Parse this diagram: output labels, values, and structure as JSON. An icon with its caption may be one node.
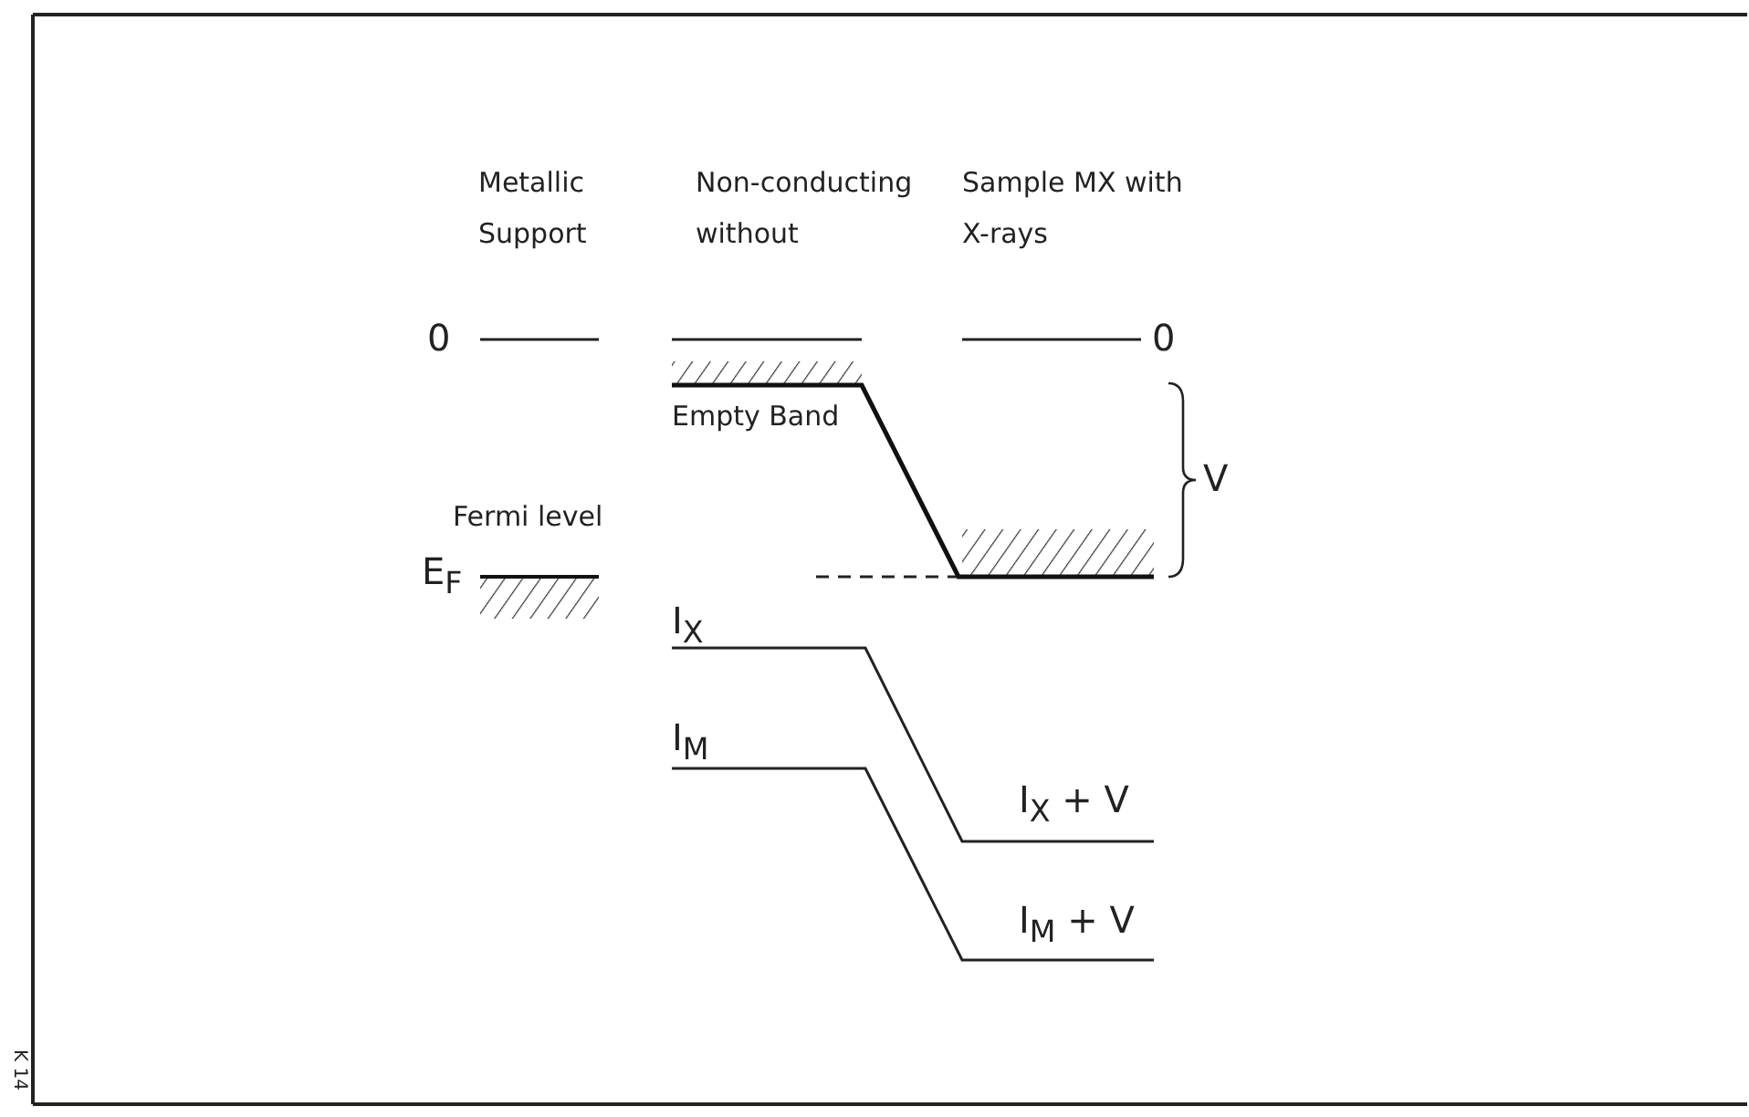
{
  "diagram": {
    "labels": [
      "Metallic Support",
      "Non-conducting without",
      "Sample MX with X-rays",
      "0",
      "0",
      "Empty Band",
      "V",
      "Fermi level",
      "E$_{F}$",
      "I$_{X}$",
      "I$_{M}$",
      "I$_{X}$ + V",
      "I$_{M}$ + V",
      "K 14"
    ]
  }
}
